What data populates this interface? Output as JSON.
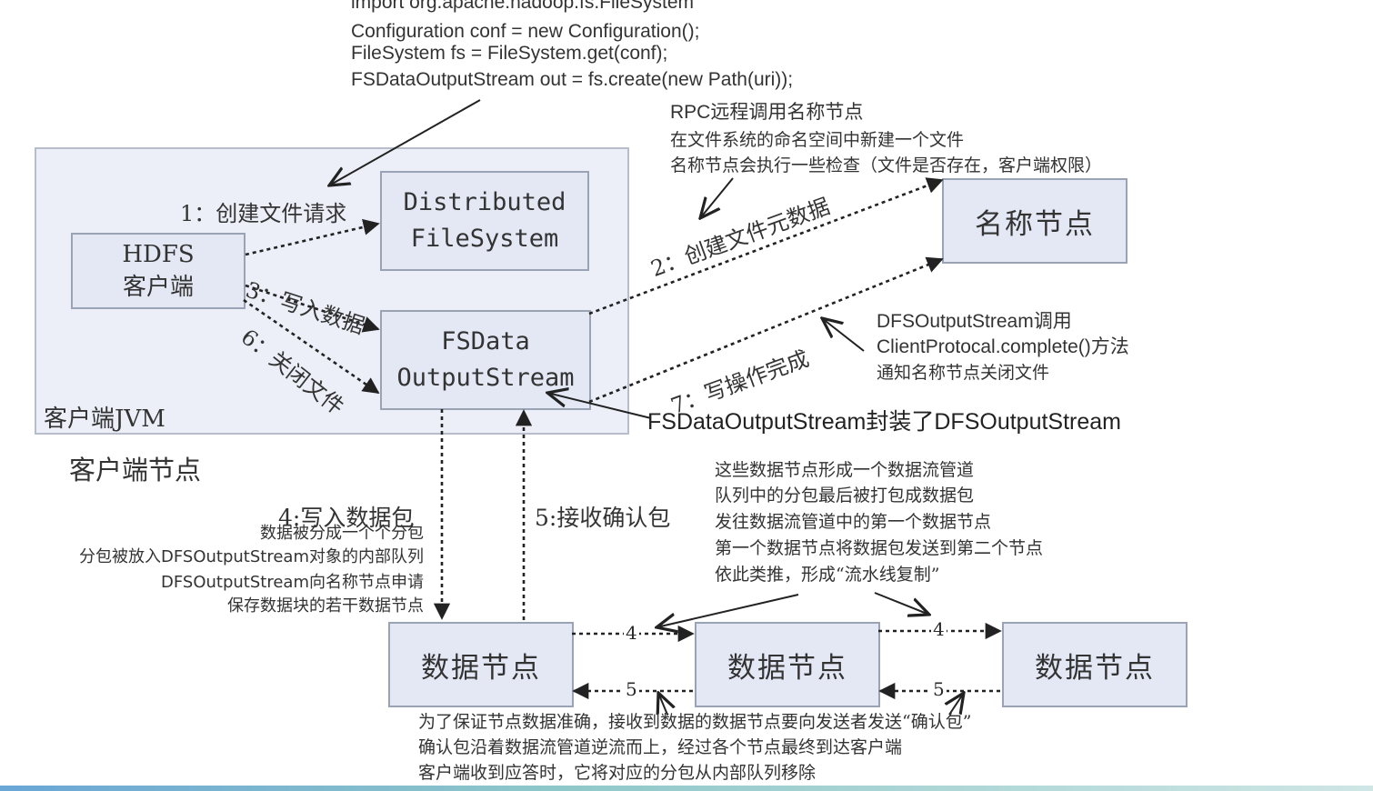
{
  "code": [
    "import org.apache.hadoop.fs.FileSystem",
    "Configuration conf = new Configuration();",
    "FileSystem fs = FileSystem.get(conf);",
    "FSDataOutputStream out = fs.create(new Path(uri));"
  ],
  "rpc_note": [
    "RPC远程调用名称节点",
    "在文件系统的命名空间中新建一个文件",
    "名称节点会执行一些检查（文件是否存在，客户端权限）"
  ],
  "client_jvm_label": "客户端JVM",
  "client_node_label": "客户端节点",
  "boxes": {
    "hdfs_client": [
      "HDFS",
      "客户端"
    ],
    "distributed_fs": [
      "Distributed",
      "FileSystem"
    ],
    "fsdata_output": [
      "FSData",
      "OutputStream"
    ],
    "name_node": "名称节点",
    "data_node_1": "数据节点",
    "data_node_2": "数据节点",
    "data_node_3": "数据节点"
  },
  "steps": {
    "s1": "1：创建文件请求",
    "s2": "2：创建文件元数据",
    "s3": "3：写入数据",
    "s4": "4:写入数据包",
    "s5": "5:接收确认包",
    "s6": "6：关闭文件",
    "s7": "7：写操作完成"
  },
  "complete_note": [
    "DFSOutputStream调用",
    "ClientProtocal.complete()方法",
    "通知名称节点关闭文件"
  ],
  "wrap_note": "FSDataOutputStream封装了DFSOutputStream",
  "write_note": [
    "数据被分成一个个分包",
    "分包被放入DFSOutputStream对象的内部队列",
    "DFSOutputStream向名称节点申请",
    "保存数据块的若干数据节点"
  ],
  "pipeline_note": [
    "这些数据节点形成一个数据流管道",
    "队列中的分包最后被打包成数据包",
    "发往数据流管道中的第一个数据节点",
    "第一个数据节点将数据包发送到第二个节点",
    "依此类推，形成“流水线复制”"
  ],
  "pipe_labels": {
    "fwd1": "4",
    "fwd2": "4",
    "back1": "5",
    "back2": "5"
  },
  "ack_note": [
    "为了保证节点数据准确，接收到数据的数据节点要向发送者发送“确认包”",
    "确认包沿着数据流管道逆流而上，经过各个节点最终到达客户端",
    "客户端收到应答时，它将对应的分包从内部队列移除"
  ]
}
